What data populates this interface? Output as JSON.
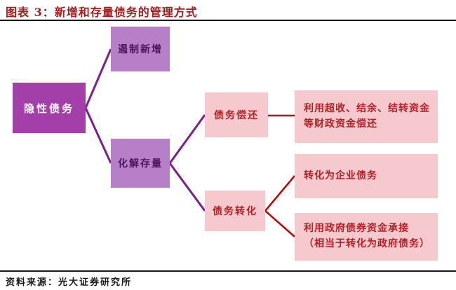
{
  "header": {
    "title": "图表 3：新增和存量债务的管理方式"
  },
  "footer": {
    "source": "资料来源：光大证券研究所"
  },
  "colors": {
    "title_red": "#A61C1C",
    "dark_purple_box": "#A23FA8",
    "light_purple_box": "#B77FC7",
    "pink_box": "#F5C9CE",
    "purple_line": "#7B1E8E",
    "red_line": "#C00000",
    "red_text": "#B42025",
    "purple_text": "#4F1660"
  },
  "flowchart": {
    "root": {
      "label": "隐性债务"
    },
    "branch_new": {
      "label": "遏制新增"
    },
    "branch_stock": {
      "label": "化解存量"
    },
    "repay": {
      "label": "债务偿还"
    },
    "transform": {
      "label": "债务转化"
    },
    "repay_detail": {
      "line1": "利用超收、结余、结转资金",
      "line2": "等财政资金偿还"
    },
    "transform_corporate": {
      "line1": "转化为企业债务",
      "line2": ""
    },
    "transform_government": {
      "line1": "利用政府债券资金承接",
      "line2": "（相当于转化为政府债务）"
    }
  }
}
